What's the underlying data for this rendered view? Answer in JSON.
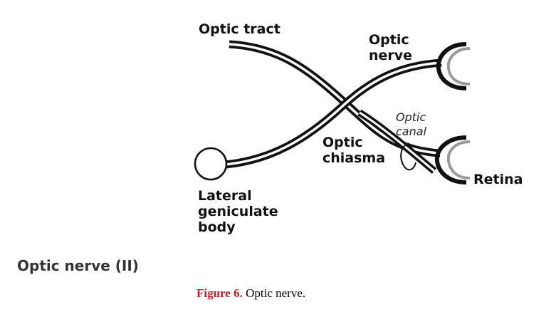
{
  "diagram": {
    "labels": {
      "optic_tract": "Optic tract",
      "optic_nerve": [
        "Optic",
        "nerve"
      ],
      "optic_canal": [
        "Optic",
        "canal"
      ],
      "optic_chiasma": [
        "Optic",
        "chiasma"
      ],
      "retina": "Retina",
      "lateral_geniculate_body": [
        "Lateral",
        "geniculate",
        "body"
      ]
    },
    "colors": {
      "line": "#111111",
      "retina_gray": "#9a9a9a"
    }
  },
  "section_heading": "Optic nerve (II)",
  "caption": {
    "figure_label": "Figure 6.",
    "text": "Optic nerve.",
    "figure_label_color": "#c41e2a"
  }
}
